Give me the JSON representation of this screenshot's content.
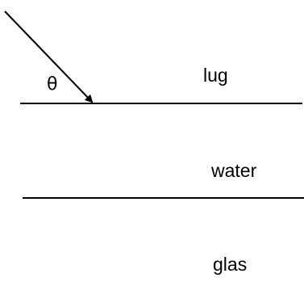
{
  "diagram": {
    "angle_symbol": "θ",
    "media": [
      {
        "label": "lug"
      },
      {
        "label": "water"
      },
      {
        "label": "glas"
      }
    ],
    "colors": {
      "line": "#000000",
      "text": "#000000",
      "background": "#ffffff"
    }
  }
}
